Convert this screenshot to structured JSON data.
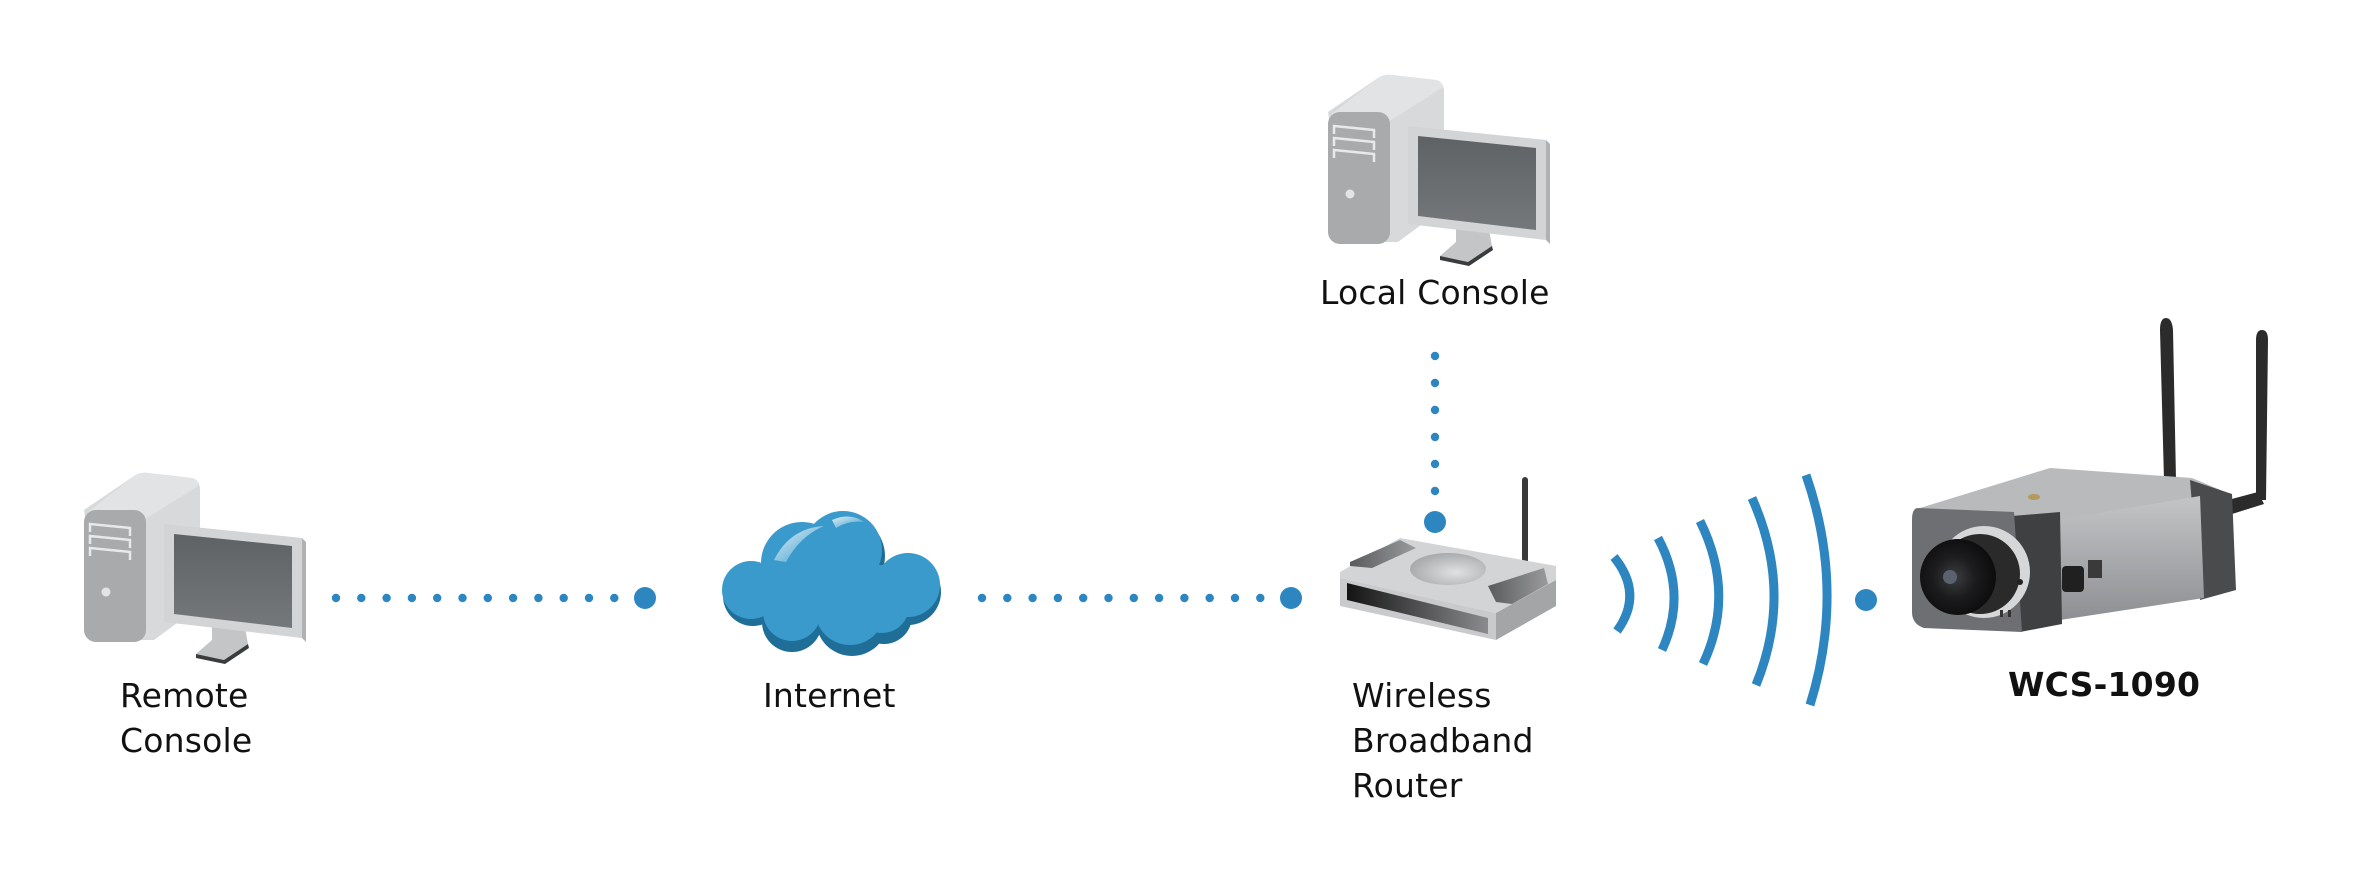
{
  "diagram": {
    "title": "WCS-1090 network setup",
    "colors": {
      "link": "#2e86c1",
      "cloud": "#3a9acc",
      "cloud_shadow": "#1e6e98",
      "text": "#111111",
      "device_light": "#d9dadb",
      "device_mid": "#b5b6b8",
      "screen": "#6d7073",
      "antenna": "#3a3a3a"
    },
    "nodes": {
      "remote_console": {
        "lines": [
          "Remote",
          "Console"
        ],
        "icon": "desktop-computer-icon"
      },
      "internet": {
        "lines": [
          "Internet"
        ],
        "icon": "cloud-icon"
      },
      "router": {
        "lines": [
          "Wireless",
          "Broadband",
          "Router"
        ],
        "icon": "wireless-router-icon"
      },
      "local_console": {
        "lines": [
          "Local Console"
        ],
        "icon": "desktop-computer-icon"
      },
      "camera": {
        "lines": [
          "WCS-1090"
        ],
        "icon": "ip-camera-icon"
      }
    },
    "links": [
      {
        "from": "remote_console",
        "to": "internet",
        "type": "dotted",
        "small_dots": 12
      },
      {
        "from": "internet",
        "to": "router",
        "type": "dotted",
        "small_dots": 12
      },
      {
        "from": "local_console",
        "to": "router",
        "type": "dotted",
        "small_dots": 6
      },
      {
        "from": "router",
        "to": "camera",
        "type": "wireless",
        "waves": 5
      }
    ]
  }
}
